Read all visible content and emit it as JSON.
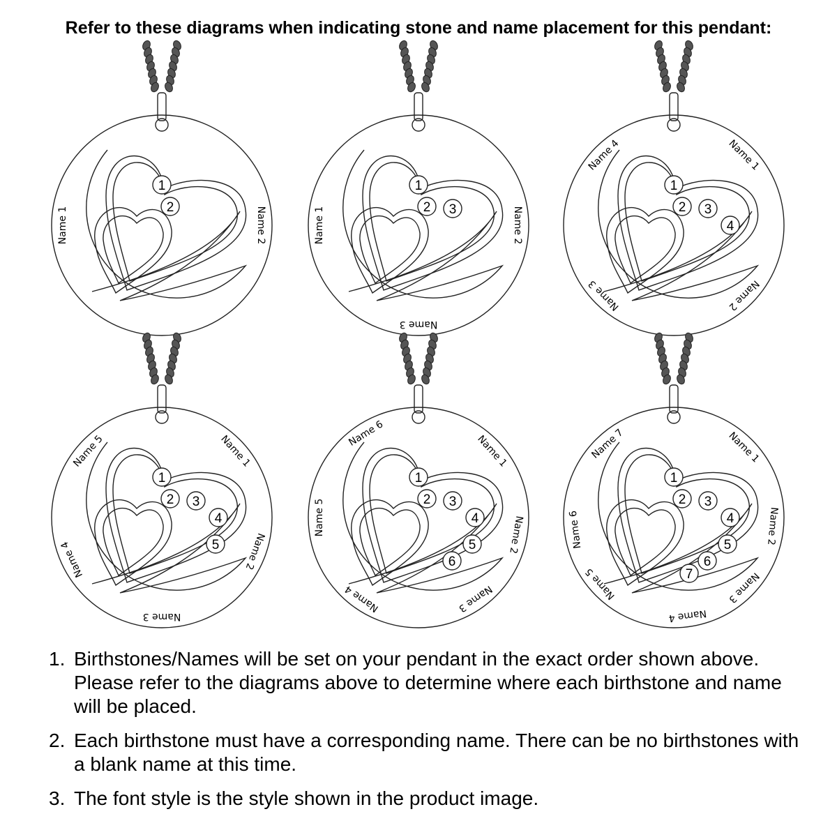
{
  "title": "Refer to these diagrams when indicating stone and name placement for this pendant:",
  "pendants": [
    {
      "stones": [
        "1",
        "2"
      ],
      "names": [
        "Name 1",
        "Name 2"
      ]
    },
    {
      "stones": [
        "1",
        "2",
        "3"
      ],
      "names": [
        "Name 1",
        "Name 2",
        "Name 3"
      ]
    },
    {
      "stones": [
        "1",
        "2",
        "3",
        "4"
      ],
      "names": [
        "Name 1",
        "Name 2",
        "Name 3",
        "Name 4"
      ]
    },
    {
      "stones": [
        "1",
        "2",
        "3",
        "4",
        "5"
      ],
      "names": [
        "Name 1",
        "Name 2",
        "Name 3",
        "Name 4",
        "Name 5"
      ]
    },
    {
      "stones": [
        "1",
        "2",
        "3",
        "4",
        "5",
        "6"
      ],
      "names": [
        "Name 1",
        "Name 2",
        "Name 3",
        "Name 4",
        "Name 5",
        "Name 6"
      ]
    },
    {
      "stones": [
        "1",
        "2",
        "3",
        "4",
        "5",
        "6",
        "7"
      ],
      "names": [
        "Name 1",
        "Name 2",
        "Name 3",
        "Name 4",
        "Name 5",
        "Name 6",
        "Name 7"
      ]
    }
  ],
  "instructions": [
    {
      "number": "1.",
      "text": "Birthstones/Names will be set on your pendant in the exact order shown above. Please refer to the diagrams above to determine where each birthstone and name will be placed."
    },
    {
      "number": "2.",
      "text": "Each birthstone must have a corresponding name. There can be no birthstones with a blank name at this time."
    },
    {
      "number": "3.",
      "text": "The font style is the style shown in the product image."
    }
  ]
}
